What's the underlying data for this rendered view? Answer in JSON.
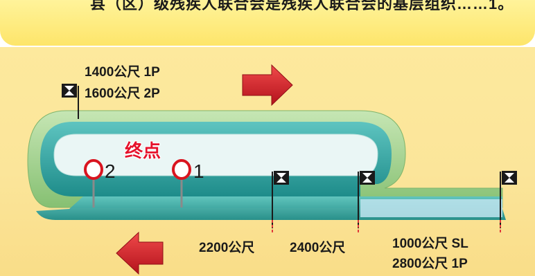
{
  "banner": {
    "text": "县（区）级残疾人联合会是残疾人联合会的基层组织……1。"
  },
  "labels": {
    "top_1": "1400公尺 1P",
    "top_2": "1600公尺 2P",
    "finish": "终点",
    "post_2": "2",
    "post_1": "1",
    "bottom_a": "2200公尺",
    "bottom_b": "2400公尺",
    "bottom_c1": "1000公尺 SL",
    "bottom_c2": "2800公尺 1P"
  },
  "colors": {
    "track_green": "#9bd08a",
    "track_teal": "#2b9a96",
    "arrow_red": "#d81f2a",
    "post_red": "#d9141f",
    "background": "#fbe59a"
  }
}
